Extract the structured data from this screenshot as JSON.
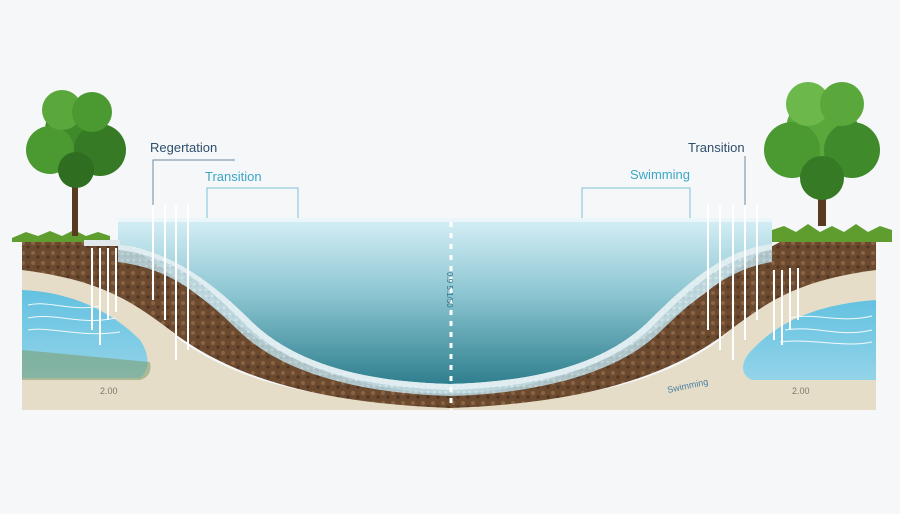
{
  "labels": {
    "regeneration": "Regertation",
    "transition_left": "Transition",
    "transition_right": "Transition",
    "swimming_top": "Swimming",
    "swimming_bottom": "Swimming",
    "center_depth": "0.9 5.1/50",
    "depth_left": "2.00",
    "depth_right": "2.00"
  },
  "colors": {
    "background": "#f6f7f8",
    "water_top": "#cdeaf2",
    "water_deep": "#3f8f9c",
    "liner": "#bfd8de",
    "soil": "#6e4a2e",
    "sand": "#e6ddc9",
    "groundwater": "#5cb8d8",
    "grass": "#5f9e2e",
    "tree_foliage": "#3f8a2a",
    "label_dark": "#2e4f6b",
    "label_blue": "#3ba6c8"
  }
}
